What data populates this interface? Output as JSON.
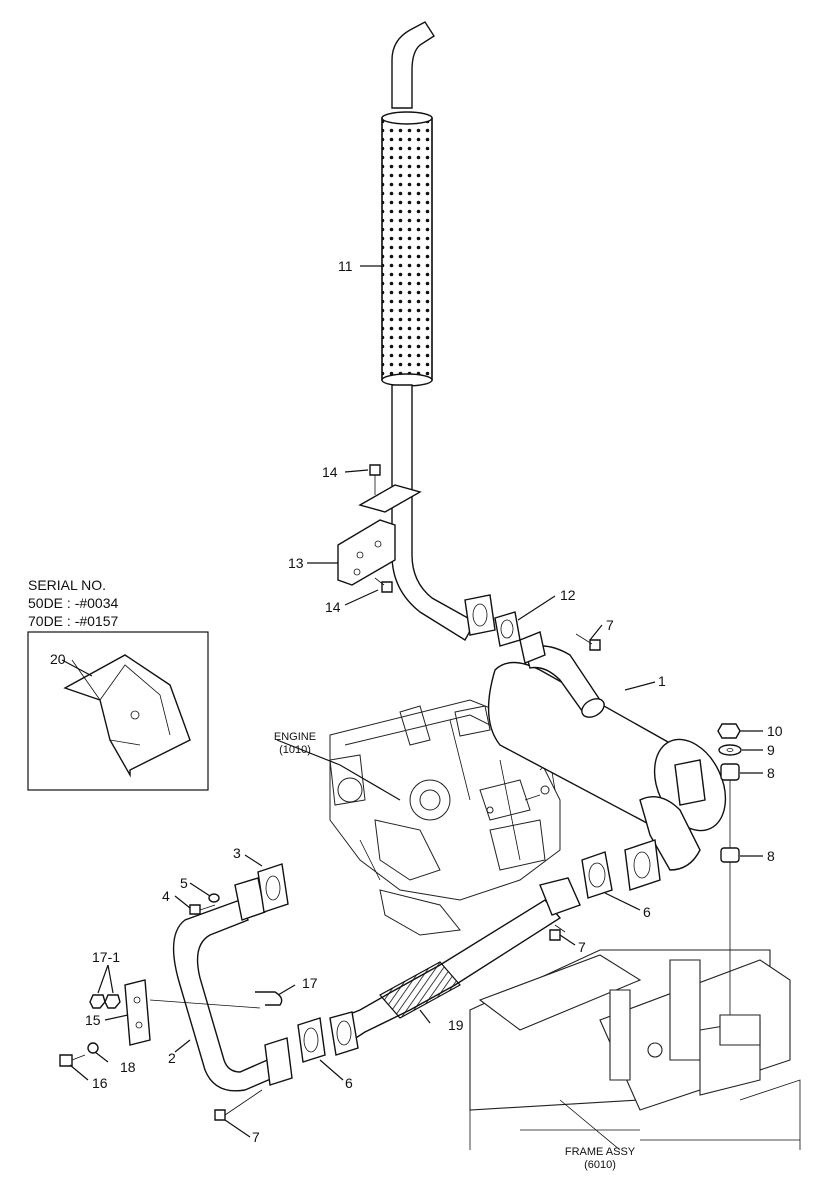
{
  "serial_note": {
    "title": "SERIAL NO.",
    "line1": "50DE : -#0034",
    "line2": "70DE : -#0157"
  },
  "references": {
    "engine_name": "ENGINE",
    "engine_code": "(1010)",
    "frame_name": "FRAME ASSY",
    "frame_code": "(6010)"
  },
  "labels": {
    "p1": "1",
    "p2": "2",
    "p3": "3",
    "p4": "4",
    "p5": "5",
    "p6a": "6",
    "p6b": "6",
    "p7a": "7",
    "p7b": "7",
    "p7c": "7",
    "p8a": "8",
    "p8b": "8",
    "p9": "9",
    "p10": "10",
    "p11": "11",
    "p12": "12",
    "p13": "13",
    "p14a": "14",
    "p14b": "14",
    "p15": "15",
    "p16": "16",
    "p17": "17",
    "p17_1": "17-1",
    "p18": "18",
    "p19": "19",
    "p20": "20"
  }
}
